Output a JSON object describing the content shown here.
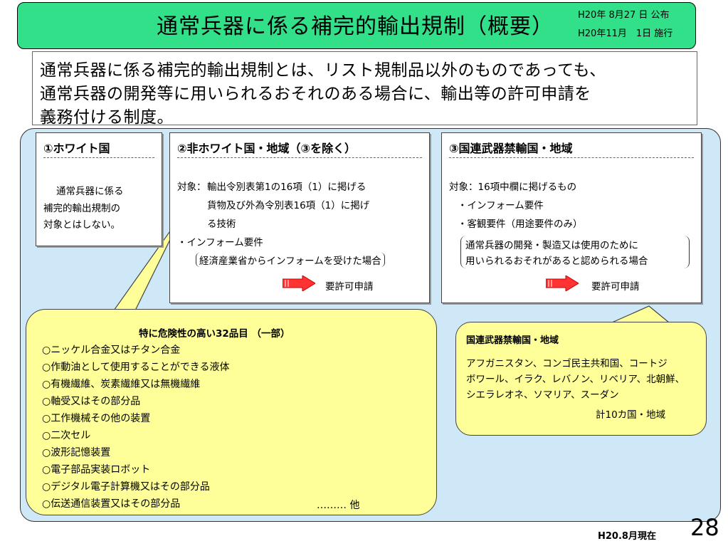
{
  "header": {
    "title": "通常兵器に係る補完的輸出規制（概要）",
    "date_announce": "H20年 8月27 日 公布",
    "date_enforce": "H20年11月　1日 施行"
  },
  "definition": {
    "lines": [
      "通常兵器に係る補完的輸出規制とは、リスト規制品以外のものであっても、",
      "通常兵器の開発等に用いられるおそれのある場合に、輸出等の許可申請を",
      "義務付ける制度。"
    ]
  },
  "card1": {
    "title": "①ホワイト国",
    "lines": [
      "通常兵器に係る",
      "補完的輸出規制の",
      "対象とはしない。"
    ]
  },
  "card2": {
    "title": "②非ホワイト国・地域（③を除く）",
    "target_label": "対象：",
    "target_lines": [
      "輸出令別表第1の16項（1）に掲げる",
      "貨物及び外為令別表16項（1）に掲げ",
      "る技術"
    ],
    "inform": "・インフォーム要件",
    "inform_detail": "経済産業省からインフォームを受けた場合",
    "result": "要許可申請"
  },
  "card3": {
    "title": "③国連武器禁輸国・地域",
    "target": "対象：16項中欄に掲げるもの",
    "inform": "・インフォーム要件",
    "objective": "・客観要件（用途要件のみ）",
    "detail_lines": [
      "通常兵器の開発・製造又は使用のために",
      "用いられるおそれがあると認められる場合"
    ],
    "result": "要許可申請"
  },
  "items32": {
    "heading": "特に危険性の高い32品目 （一部）",
    "items": [
      "○ニッケル合金又はチタン合金",
      "○作動油として使用することができる液体",
      "○有機繊維、炭素繊維又は無機繊維",
      "○軸受又はその部分品",
      "○工作機械その他の装置",
      "○二次セル",
      "○波形記憶装置",
      "○電子部品実装ロボット",
      "○デジタル電子計算機又はその部分品",
      "○伝送通信装置又はその部分品"
    ],
    "etc": "……… 他"
  },
  "embargo": {
    "heading": "国連武器禁輸国・地域",
    "lines": [
      "アフガニスタン、コンゴ民主共和国、コートジ",
      "ボワール、イラク、レバノン、リベリア、北朝鮮、",
      "シエラレオネ、ソマリア、スーダン"
    ],
    "total": "計10カ国・地域"
  },
  "footer": {
    "as_of": "H20.8月現在",
    "page": "28"
  },
  "colors": {
    "title_bg": "#33e08a",
    "panel_bg": "#cfe8f8",
    "callout_bg": "#ffff99",
    "arrow_fill": "#ff3333"
  }
}
